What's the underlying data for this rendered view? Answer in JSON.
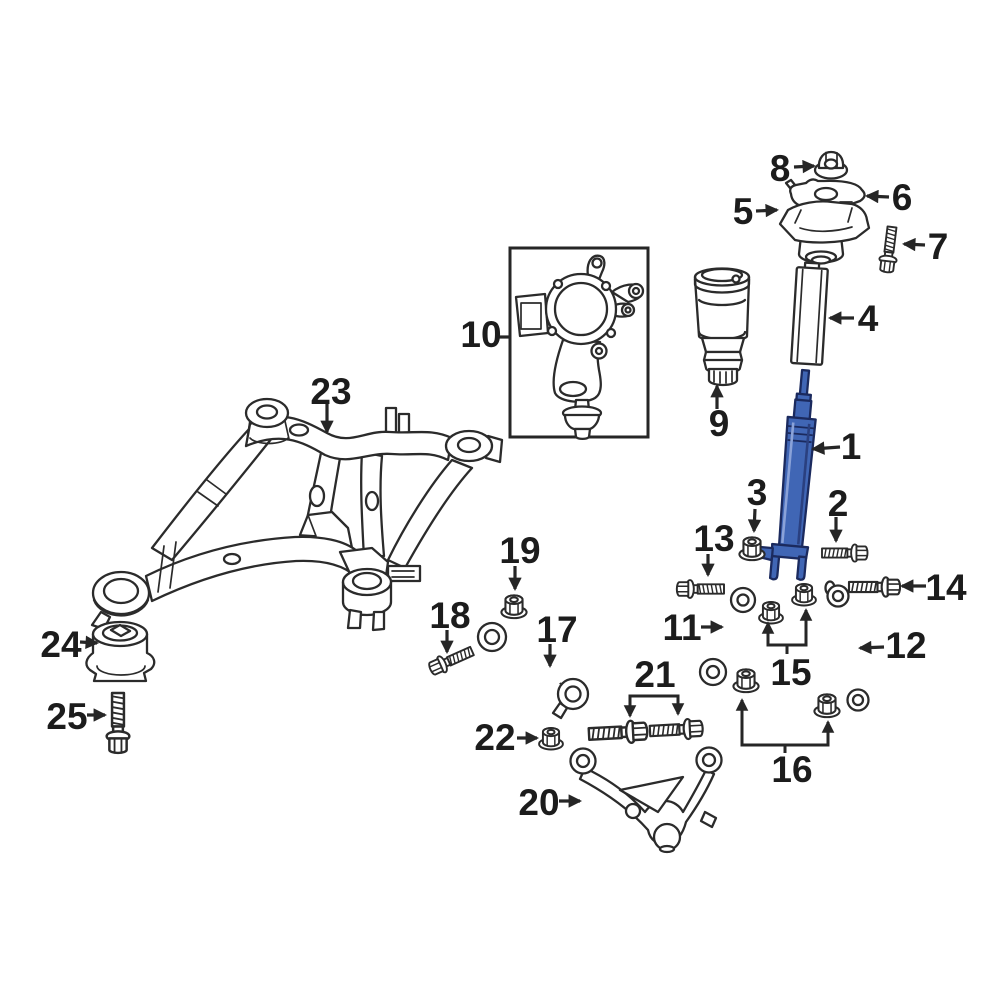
{
  "colors": {
    "background": "#ffffff",
    "line": "#2b2b2b",
    "label_text": "#1c1c1c",
    "highlight_fill": "#4066b5",
    "highlight_stroke": "#1b2a5e"
  },
  "callouts": [
    {
      "label": "1"
    },
    {
      "label": "2"
    },
    {
      "label": "3"
    },
    {
      "label": "4"
    },
    {
      "label": "5"
    },
    {
      "label": "6"
    },
    {
      "label": "7"
    },
    {
      "label": "8"
    },
    {
      "label": "9"
    },
    {
      "label": "10"
    },
    {
      "label": "11"
    },
    {
      "label": "12"
    },
    {
      "label": "13"
    },
    {
      "label": "14"
    },
    {
      "label": "15"
    },
    {
      "label": "16"
    },
    {
      "label": "17"
    },
    {
      "label": "18"
    },
    {
      "label": "19"
    },
    {
      "label": "20"
    },
    {
      "label": "21"
    },
    {
      "label": "22"
    },
    {
      "label": "23"
    },
    {
      "label": "24"
    },
    {
      "label": "25"
    }
  ]
}
